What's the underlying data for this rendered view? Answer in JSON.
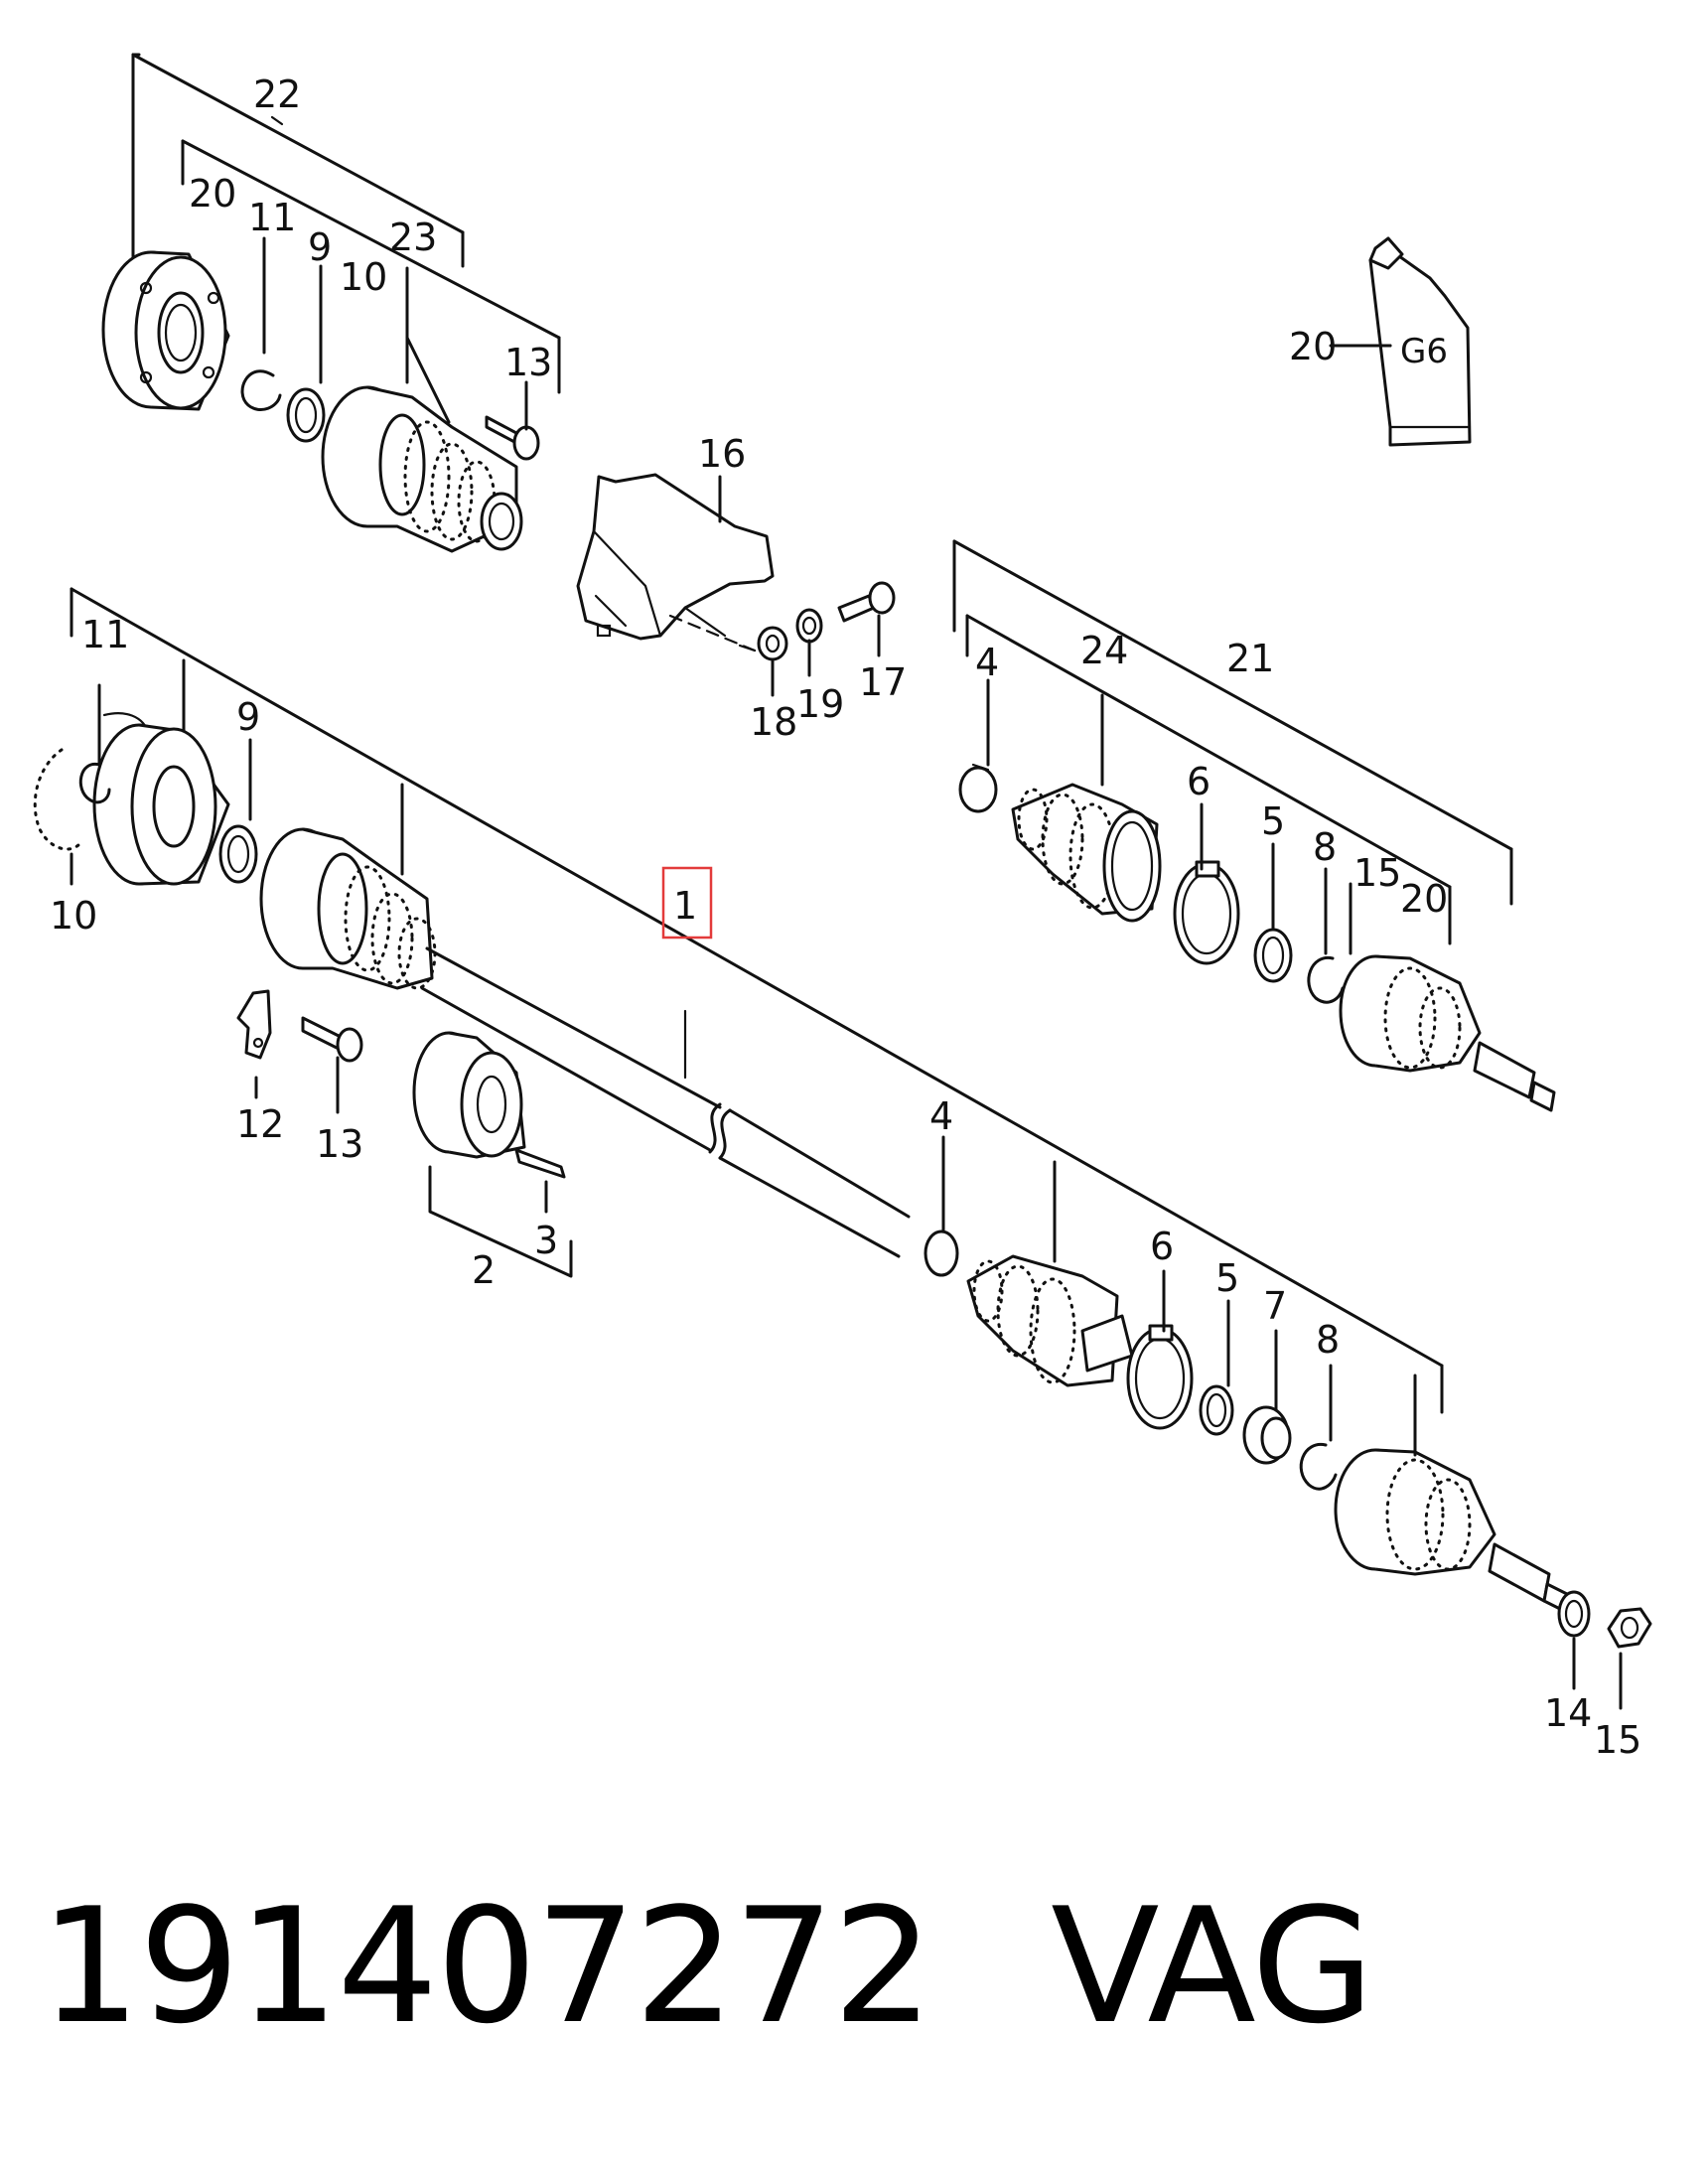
{
  "callouts": {
    "c22": "22",
    "c20a": "20",
    "c11a": "11",
    "c9a": "9",
    "c23": "23",
    "c10a": "10",
    "c13a": "13",
    "c16": "16",
    "c20b": "20",
    "c18": "18",
    "c19": "19",
    "c17": "17",
    "c11b": "11",
    "c9b": "9",
    "c10b": "10",
    "c1": "1",
    "c12": "12",
    "c13b": "13",
    "c3": "3",
    "c2": "2",
    "c4a": "4",
    "c24": "24",
    "c21": "21",
    "c6a": "6",
    "c5a": "5",
    "c8a": "8",
    "c15a": "15",
    "c20c": "20",
    "c4b": "4",
    "c6b": "6",
    "c5b": "5",
    "c7": "7",
    "c8b": "8",
    "c14": "14",
    "c15b": "15"
  },
  "grease_label": "G6",
  "footer": {
    "part_number": "191407272",
    "brand": "VAG"
  },
  "colors": {
    "highlight": "#e33b3b",
    "ink": "#111111"
  }
}
